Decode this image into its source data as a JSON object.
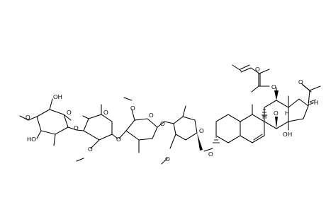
{
  "labels": {
    "O": "O",
    "H": "H",
    "HO": "HO",
    "OH": "OH"
  },
  "colors": {
    "ink": "#000000",
    "background": "#ffffff"
  }
}
